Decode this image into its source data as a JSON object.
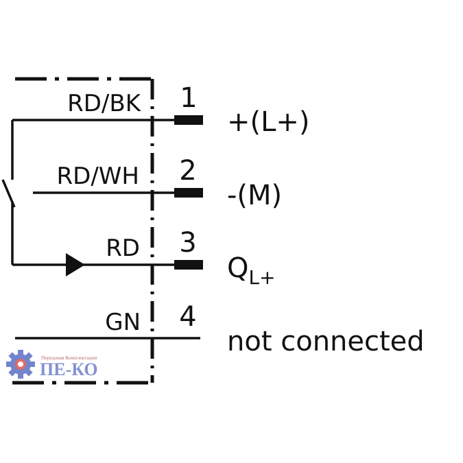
{
  "pins": [
    {
      "number": "1",
      "wire": "RD/BK",
      "signal": "+(L+)"
    },
    {
      "number": "2",
      "wire": "RD/WH",
      "signal": "-(M)"
    },
    {
      "number": "3",
      "wire": "RD",
      "signal": "Q",
      "signal_sub": "L+"
    },
    {
      "number": "4",
      "wire": "GN",
      "signal": "not connected"
    }
  ],
  "watermark": {
    "name": "ПЕ-КО",
    "tagline": "Передовая Комплектация",
    "colors": {
      "gear": "#5b6fc4",
      "gear_accent": "#d9534f"
    }
  },
  "colors": {
    "line": "#111111"
  }
}
